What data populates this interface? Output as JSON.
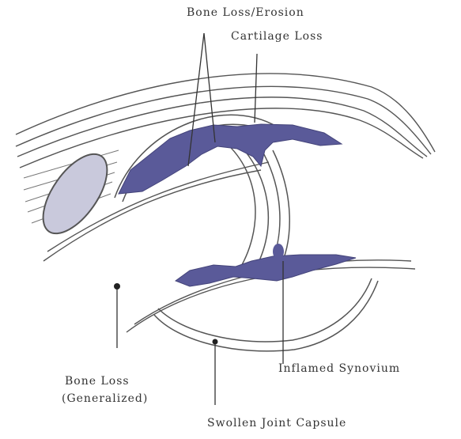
{
  "labels": {
    "bone_loss_erosion": "Bone Loss/Erosion",
    "cartilage_loss": "Cartilage Loss",
    "inflamed_synovium": "Inflamed Synovium",
    "bone_loss_generalized_line1": "Bone Loss",
    "bone_loss_generalized_line2": "(Generalized)",
    "swollen_joint_capsule": "Swollen Joint Capsule"
  },
  "colors": {
    "line": "#555555",
    "synovium_fill": "#5a5a99",
    "bone_oval_fill": "#c9c9dc",
    "text": "#333333"
  }
}
